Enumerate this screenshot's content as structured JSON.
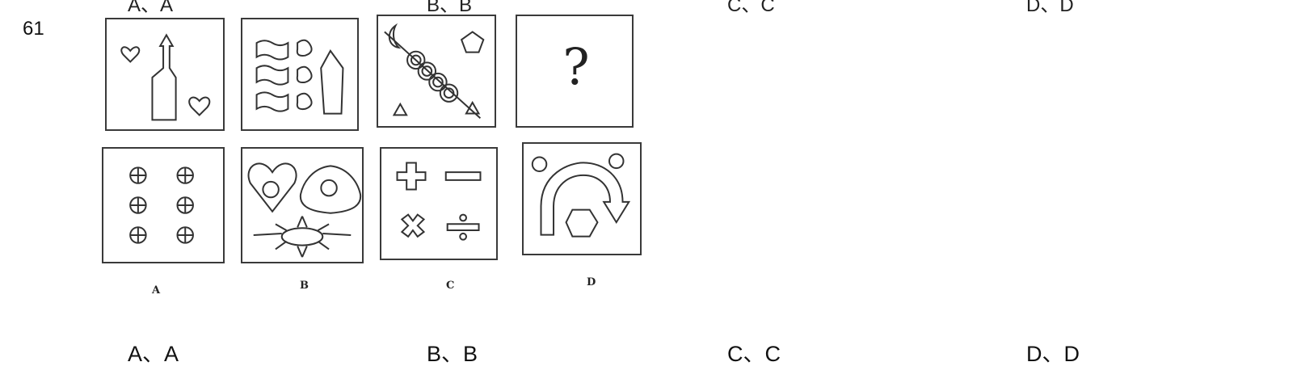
{
  "question": {
    "number": "61"
  },
  "prev_choices": [
    "A、A",
    "B、B",
    "C、C",
    "D、D"
  ],
  "puzzle": {
    "question_mark": "?",
    "option_labels": [
      "A",
      "B",
      "C",
      "D"
    ]
  },
  "choices": [
    "A、A",
    "B、B",
    "C、C",
    "D、D"
  ]
}
